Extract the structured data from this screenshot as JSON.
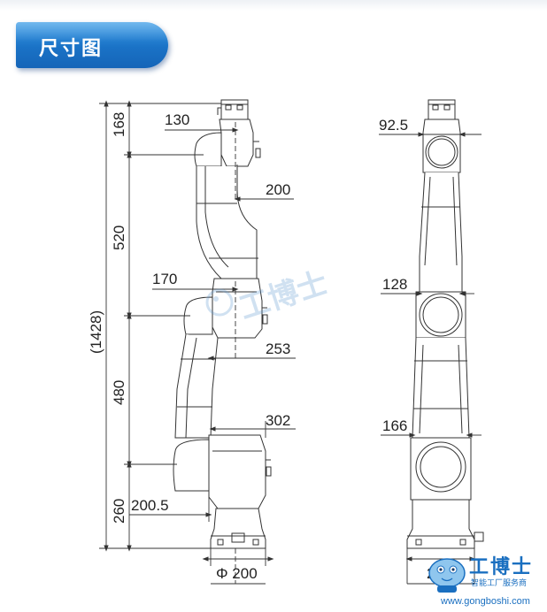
{
  "header": {
    "title": "尺寸图"
  },
  "watermark": {
    "text": "工博士"
  },
  "side_view": {
    "dim_168": "168",
    "dim_520": "520",
    "dim_1428": "(1428)",
    "dim_480": "480",
    "dim_260": "260",
    "dim_130": "130",
    "dim_200_upper": "200",
    "dim_170": "170",
    "dim_253": "253",
    "dim_302": "302",
    "dim_200_5": "200.5",
    "dim_base_diameter": "Φ 200"
  },
  "front_view": {
    "dim_92_5": "92.5",
    "dim_128": "128",
    "dim_166": "166",
    "dim_base_partial": "2 4"
  },
  "logo": {
    "brand": "工博士",
    "tagline": "智能工厂服务商",
    "url": "www.gongboshi.com"
  },
  "colors": {
    "header_blue": "#1a72c6",
    "line": "#333333",
    "logo_blue": "#1a6fc0"
  }
}
